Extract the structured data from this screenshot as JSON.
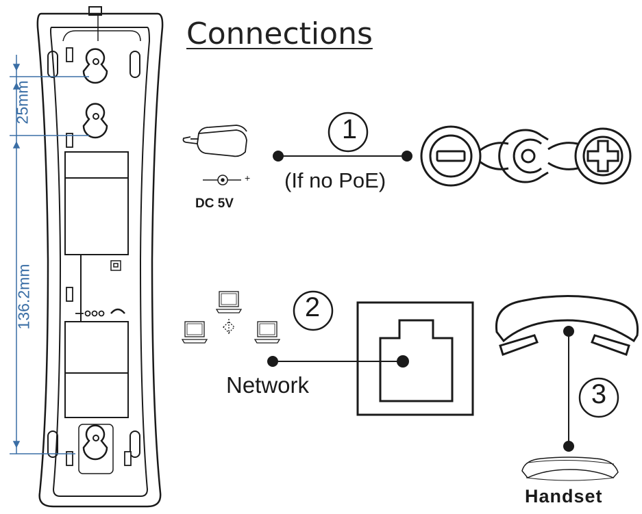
{
  "title": "Connections",
  "power": {
    "step_number": "1",
    "note": "(If no PoE)",
    "adapter_label": "DC 5V",
    "polarity_plus": "+"
  },
  "network": {
    "step_number": "2",
    "label": "Network"
  },
  "handset": {
    "step_number": "3",
    "label": "Handset"
  },
  "dimensions": {
    "top_spacing": "25mm",
    "hole_spacing": "136.2mm"
  },
  "colors": {
    "line": "#1a1a1a",
    "dimension": "#3a6ea5"
  }
}
